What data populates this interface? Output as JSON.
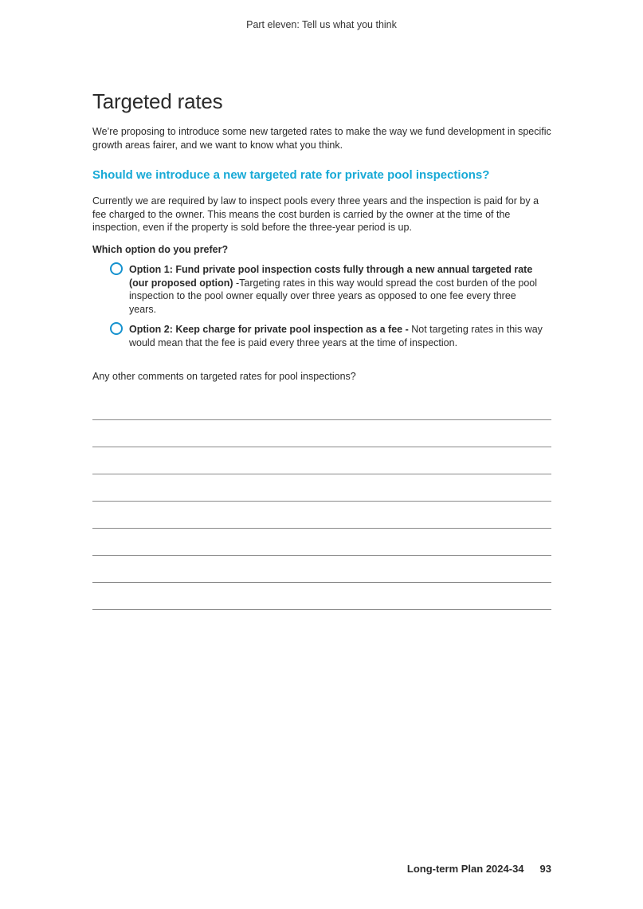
{
  "header": {
    "running_title": "Part eleven: Tell us what you think"
  },
  "main": {
    "title": "Targeted rates",
    "intro": "We’re proposing to introduce some new targeted rates to make the way we fund development in specific growth areas fairer, and we want to know what you think.",
    "question": "Should we introduce a new targeted rate for private pool inspections?",
    "body": "Currently we are required by law to inspect pools every three years and the inspection is paid for by a fee charged to the owner. This means the cost burden is carried by the owner at the time of the inspection, even if the property is sold before the three-year period is up.",
    "prefer_label": "Which option do you prefer?",
    "options": [
      {
        "bold": "Option 1: Fund private pool inspection costs fully through a new annual targeted rate (our proposed option)",
        "text": " -Targeting rates in this way would spread the cost burden of the pool inspection to the pool owner equally over three years as opposed to one fee every three years."
      },
      {
        "bold": "Option 2: Keep charge for private pool inspection as a fee -",
        "text": " Not targeting rates in this way would mean that the fee is paid every three years at the time of inspection."
      }
    ],
    "comments_label": "Any other comments on targeted rates for pool inspections?"
  },
  "footer": {
    "doc_title": "Long-term Plan 2024-34",
    "page_number": "93"
  },
  "colors": {
    "accent": "#17a9d6",
    "radio": "#1592cf",
    "text": "#2a2a2a"
  }
}
